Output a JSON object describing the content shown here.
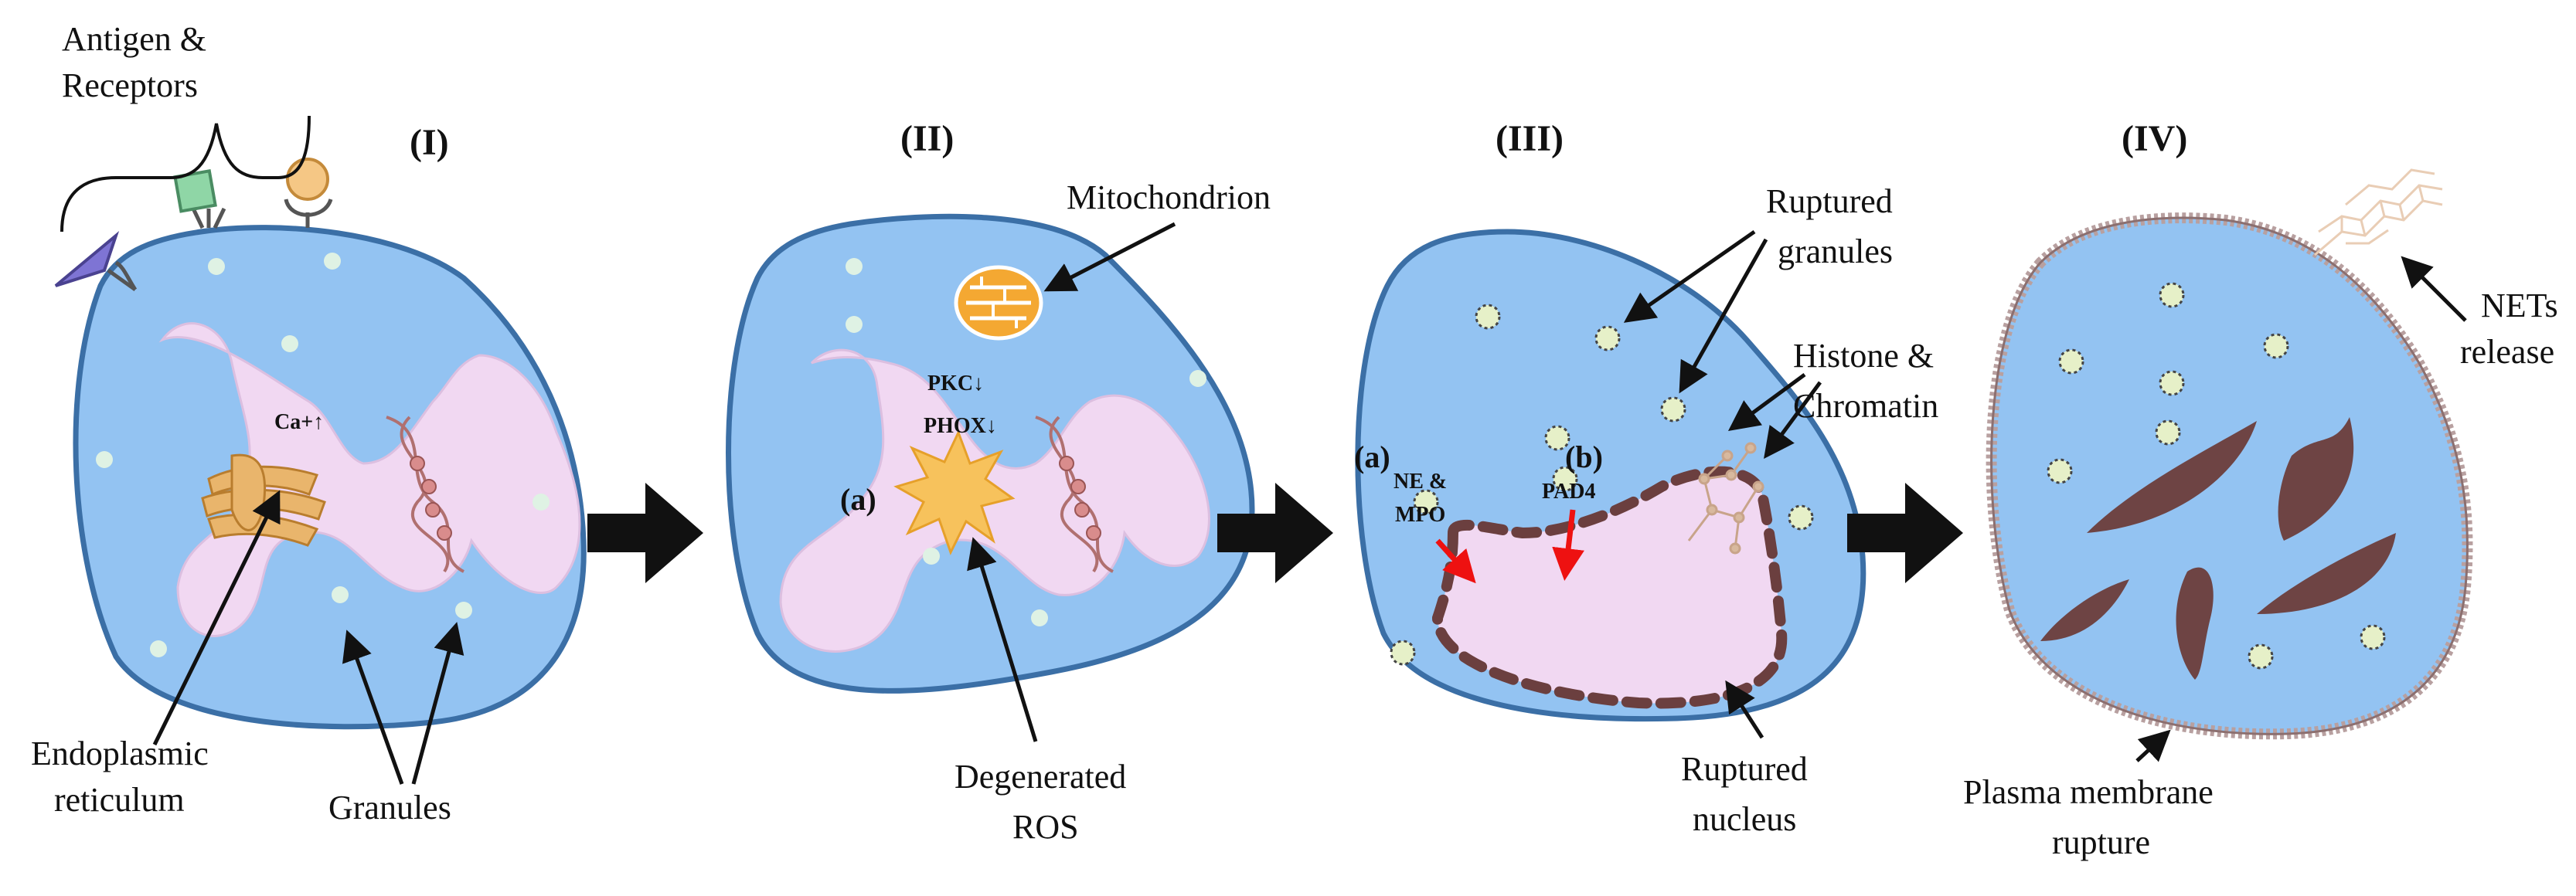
{
  "stages": {
    "s1": "(I)",
    "s2": "(II)",
    "s3": "(III)",
    "s4": "(IV)"
  },
  "labels": {
    "antigen_line1": "Antigen &",
    "antigen_line2": "Receptors",
    "ca": "Ca+↑",
    "er_line1": "Endoplasmic",
    "er_line2": "reticulum",
    "granules": "Granules",
    "mitochondrion": "Mitochondrion",
    "pkc": "PKC↓",
    "phox": "PHOX↓",
    "a_stage2": "(a)",
    "ros_line1": "Degenerated",
    "ros_line2": "ROS",
    "ruptured_granules_line1": "Ruptured",
    "ruptured_granules_line2": "granules",
    "histone_line1": "Histone &",
    "histone_line2": "Chromatin",
    "a_stage3": "(a)",
    "ne_line1": "NE &",
    "ne_line2": "MPO",
    "b_stage3": "(b)",
    "pad4": "PAD4",
    "ruptured_nucleus_line1": "Ruptured",
    "ruptured_nucleus_line2": "nucleus",
    "nets_line1": "NETs",
    "nets_line2": "release",
    "membrane_line1": "Plasma membrane",
    "membrane_line2": "rupture"
  },
  "colors": {
    "cell_fill": "#93c3f2",
    "cell_stroke": "#3b6fa6",
    "er_fill": "#f1d8f2",
    "granule": "#dff2e4",
    "ruptured_granule": "#e6f0c8",
    "nucleus_dash": "#6b3f3f",
    "chromatin": "#6e4444",
    "golgi": "#e9b56c",
    "mito": "#f4a832",
    "red_arrow": "#ee1111",
    "receptor_purple": "#7e74d4",
    "receptor_green": "#8fd6a6",
    "receptor_orange": "#f5c785"
  }
}
